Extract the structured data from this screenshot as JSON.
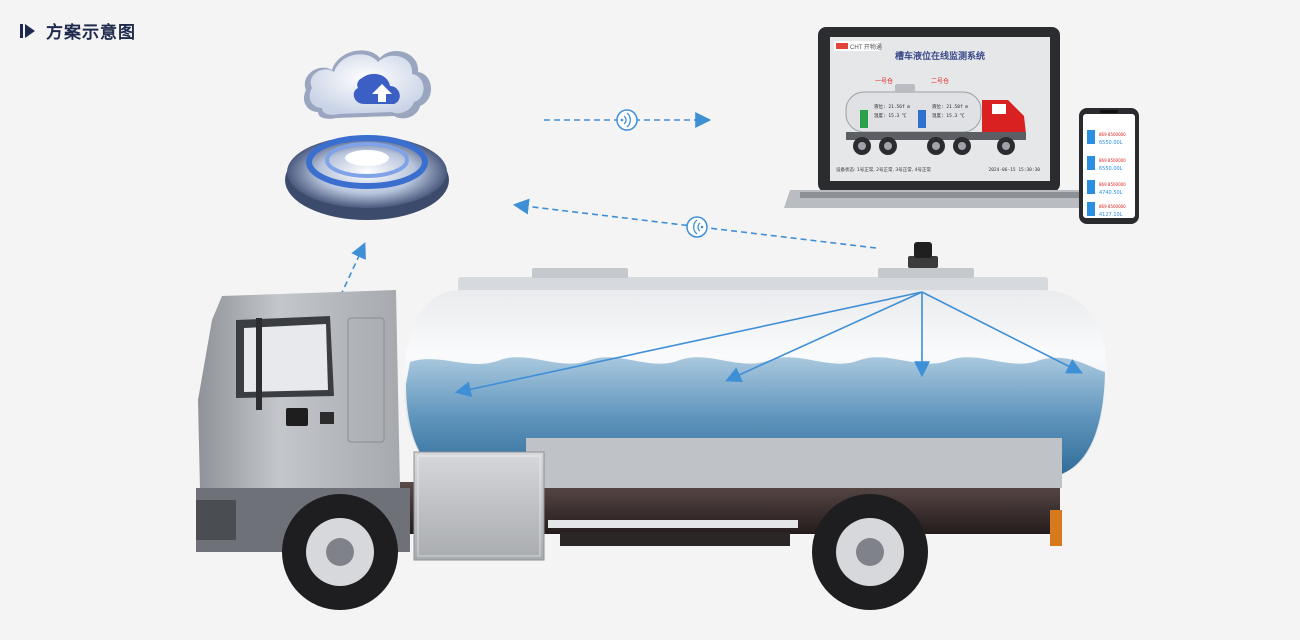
{
  "header": {
    "title": "方案示意图",
    "icon": "play-marker-icon"
  },
  "laptop": {
    "brand": "CHT 开物通",
    "screen_title": "槽车液位在线监测系统",
    "compartment_1": "一号仓",
    "compartment_2": "二号仓",
    "gauge_1_line1": "液位: 21.56f m",
    "gauge_1_line2": "温度: 15.3 ℃",
    "gauge_2_line1": "液位: 21.58f m",
    "gauge_2_line2": "温度: 15.3 ℃",
    "status_text": "设备状态: 1号正常, 2号正常, 3号正常, 4号正常",
    "timestamp": "2024-06-15 15:30:30"
  },
  "phone": {
    "rows": [
      {
        "id": "869 8500000",
        "value": "6550.00L"
      },
      {
        "id": "869 8500000",
        "value": "6550.00L"
      },
      {
        "id": "869 8500000",
        "value": "4740.50L"
      },
      {
        "id": "869 8500000",
        "value": "4127.10L"
      }
    ]
  },
  "colors": {
    "accent": "#3f8fd6",
    "title": "#1d2a4d",
    "liquid": "#4f86b0",
    "cab": "#b9bcc1",
    "alert": "#e02020"
  },
  "icons": [
    "cloud-upload-icon",
    "wireless-signal-icon",
    "wifi-icon",
    "sensor-icon"
  ]
}
